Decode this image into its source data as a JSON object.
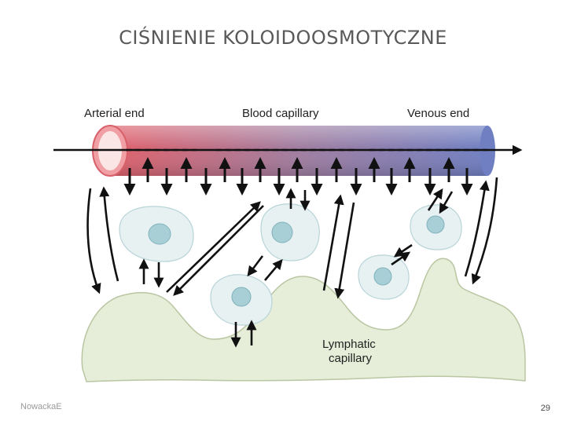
{
  "slide": {
    "title": "CIŚNIENIE KOLOIDOOSMOTYCZNE",
    "footer_left": "NowackaE",
    "page_number": "29"
  },
  "diagram": {
    "labels": {
      "arterial_end": "Arterial end",
      "blood_capillary": "Blood capillary",
      "venous_end": "Venous end",
      "lymphatic_line1": "Lymphatic",
      "lymphatic_line2": "capillary"
    },
    "colors": {
      "arterial": "#e0606a",
      "venous": "#6f7fc2",
      "lymph_fill": "#e6edd8",
      "lymph_stroke": "#b9c6a2",
      "cell_fill": "#e7f1f2",
      "nucleus": "#a9cfd6",
      "arrow": "#111111"
    }
  }
}
